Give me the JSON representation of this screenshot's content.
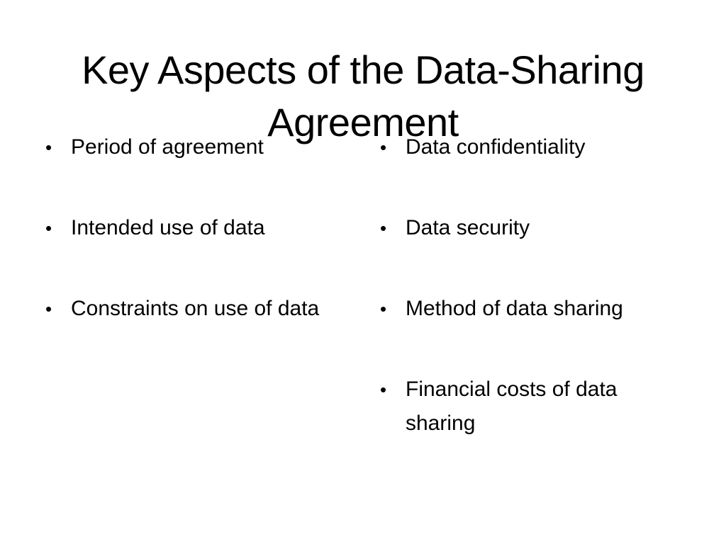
{
  "slide": {
    "title": "Key Aspects of the Data-Sharing Agreement",
    "left_column": [
      "Period of agreement",
      "Intended use of data",
      "Constraints on use of data"
    ],
    "right_column": [
      "Data confidentiality",
      "Data security",
      "Method of data sharing",
      "Financial costs of data sharing"
    ],
    "bullet_icon": "bullet-dot-icon"
  }
}
